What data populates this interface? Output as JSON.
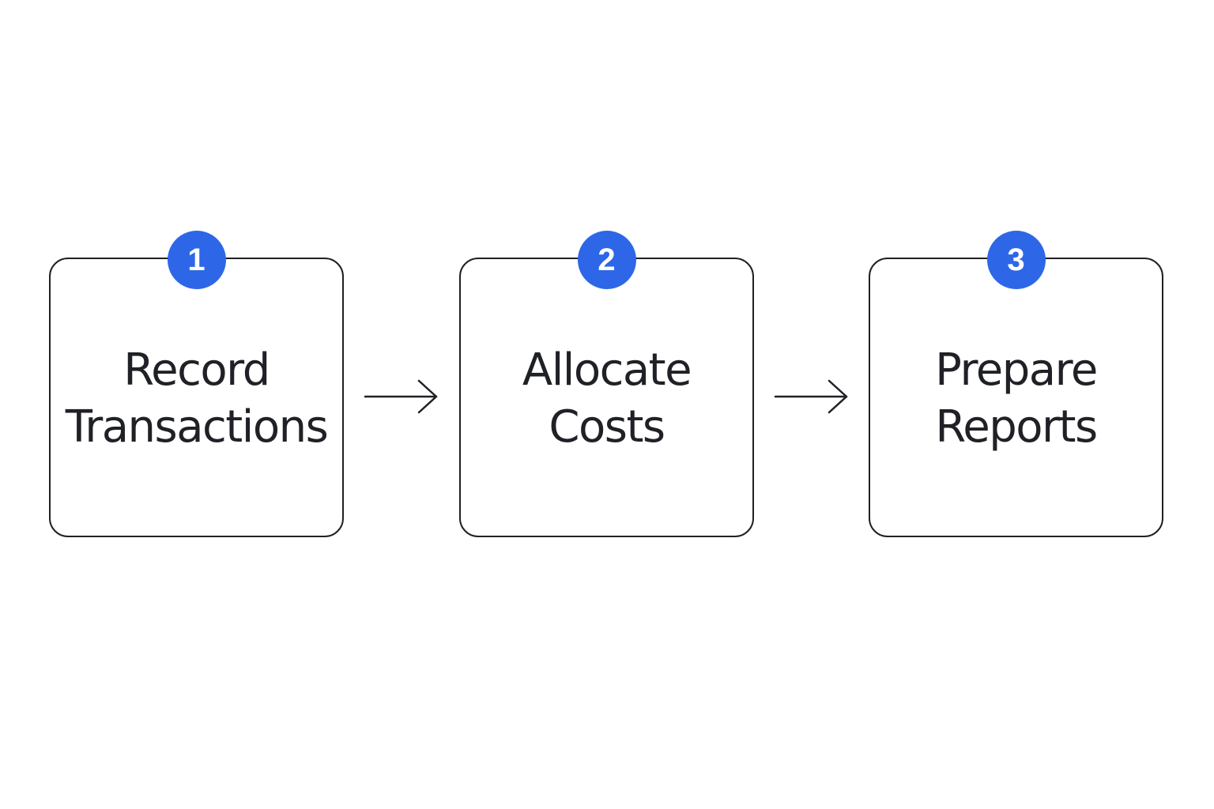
{
  "steps": [
    {
      "number": "1",
      "line1": "Record",
      "line2": "Transactions"
    },
    {
      "number": "2",
      "line1": "Allocate",
      "line2": "Costs"
    },
    {
      "number": "3",
      "line1": "Prepare",
      "line2": "Reports"
    }
  ],
  "colors": {
    "badge": "#2d67e8",
    "outline": "#1f2126",
    "background": "#ffffff"
  },
  "icons": {
    "connector": "arrow-right-icon"
  }
}
